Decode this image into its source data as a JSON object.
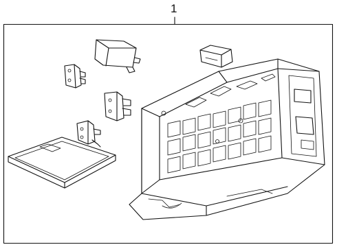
{
  "diagram": {
    "callout_number": "1",
    "parts": [
      {
        "name": "fuse-relay-box-assembly"
      },
      {
        "name": "box-cover"
      },
      {
        "name": "relay-large"
      },
      {
        "name": "relay-small"
      },
      {
        "name": "fuse-block-upper"
      },
      {
        "name": "fuse-block-middle"
      },
      {
        "name": "fuse-block-lower"
      }
    ]
  }
}
